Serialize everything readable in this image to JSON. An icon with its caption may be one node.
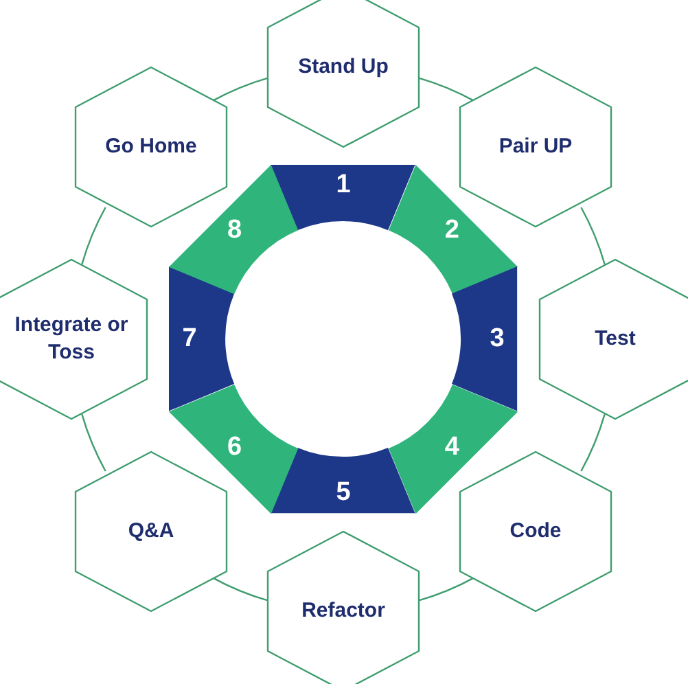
{
  "diagram": {
    "nodes": [
      {
        "text": [
          "Stand Up"
        ]
      },
      {
        "text": [
          "Pair UP"
        ]
      },
      {
        "text": [
          "Test"
        ]
      },
      {
        "text": [
          "Code"
        ]
      },
      {
        "text": [
          "Refactor"
        ]
      },
      {
        "text": [
          "Q&A"
        ]
      },
      {
        "text": [
          "Integrate or Toss"
        ]
      },
      {
        "text": [
          "Go Home"
        ]
      },
      {
        "text": [
          "1"
        ]
      },
      {
        "text": [
          "2"
        ]
      },
      {
        "text": [
          "3"
        ]
      },
      {
        "text": [
          "4"
        ]
      },
      {
        "text": [
          "5"
        ]
      },
      {
        "text": [
          "6"
        ]
      },
      {
        "text": [
          "7"
        ]
      },
      {
        "text": [
          "8"
        ]
      }
    ],
    "edges": [
      {
        "from": 0,
        "to": 1,
        "arrow": "none"
      },
      {
        "from": 1,
        "to": 2,
        "arrow": "none"
      },
      {
        "from": 2,
        "to": 3,
        "arrow": "none"
      },
      {
        "from": 3,
        "to": 4,
        "arrow": "none"
      },
      {
        "from": 4,
        "to": 5,
        "arrow": "none"
      },
      {
        "from": 5,
        "to": 6,
        "arrow": "none"
      },
      {
        "from": 6,
        "to": 7,
        "arrow": "none"
      },
      {
        "from": 7,
        "to": 0,
        "arrow": "none"
      }
    ]
  }
}
